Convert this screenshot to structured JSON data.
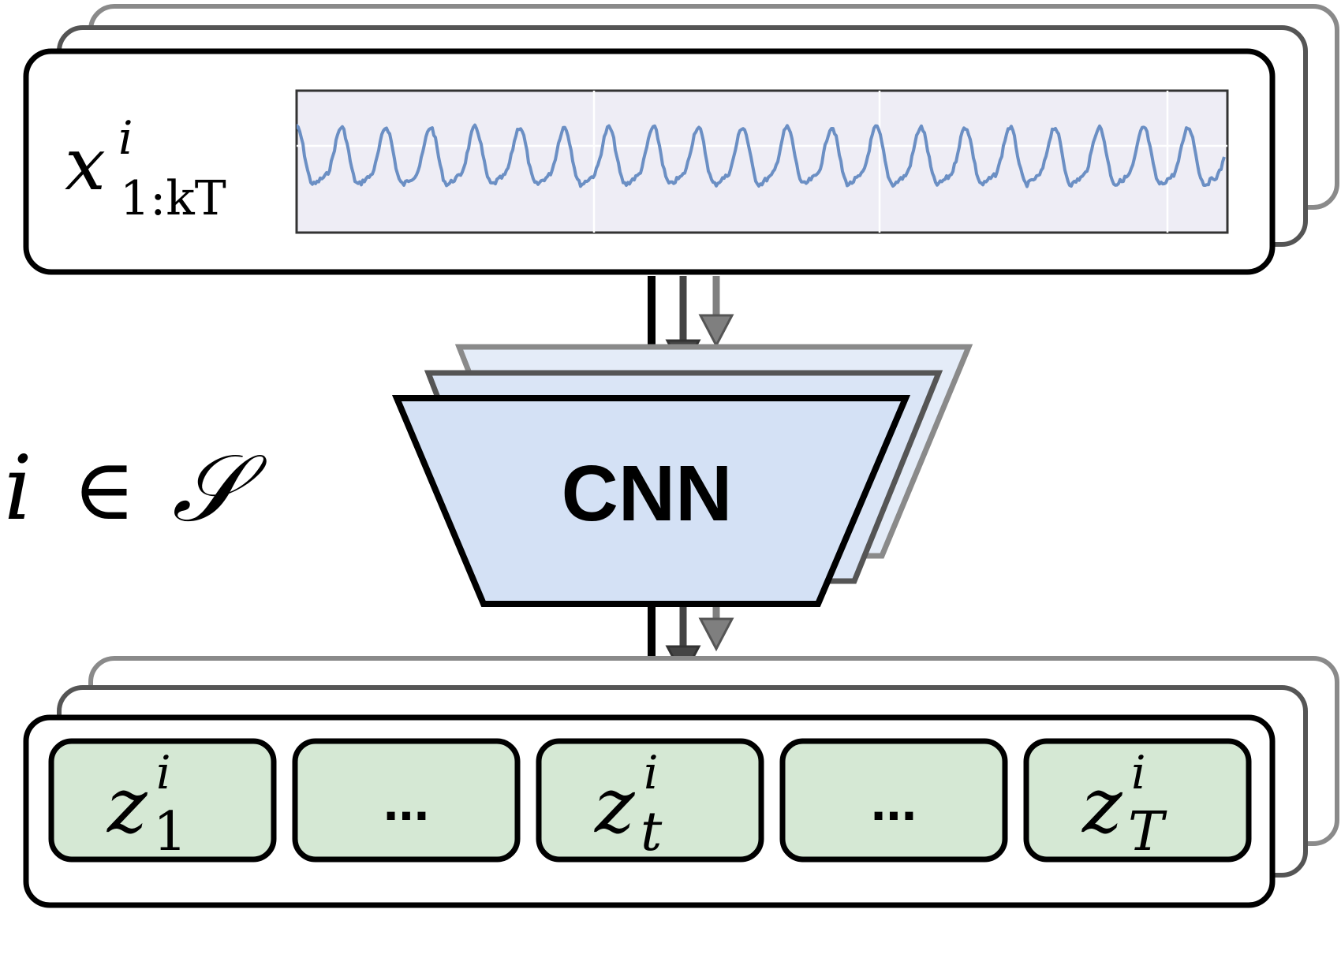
{
  "input": {
    "symbol": "x",
    "superscript": "i",
    "subscript": "1:kT"
  },
  "set_label": {
    "index": "i",
    "relation": "∈",
    "set": "𝒮"
  },
  "encoder": {
    "label": "CNN",
    "fill_color": "#d4e1f5"
  },
  "outputs": {
    "fill_color": "#d5e8d4",
    "cells": [
      {
        "kind": "var",
        "symbol": "z",
        "superscript": "i",
        "subscript": "1"
      },
      {
        "kind": "dots",
        "text": "..."
      },
      {
        "kind": "var",
        "symbol": "z",
        "superscript": "i",
        "subscript": "t"
      },
      {
        "kind": "dots",
        "text": "..."
      },
      {
        "kind": "var",
        "symbol": "z",
        "superscript": "i",
        "subscript": "T"
      }
    ]
  },
  "signal": {
    "line_color": "#6b8fc4",
    "plot_background": "#eeedf5"
  }
}
